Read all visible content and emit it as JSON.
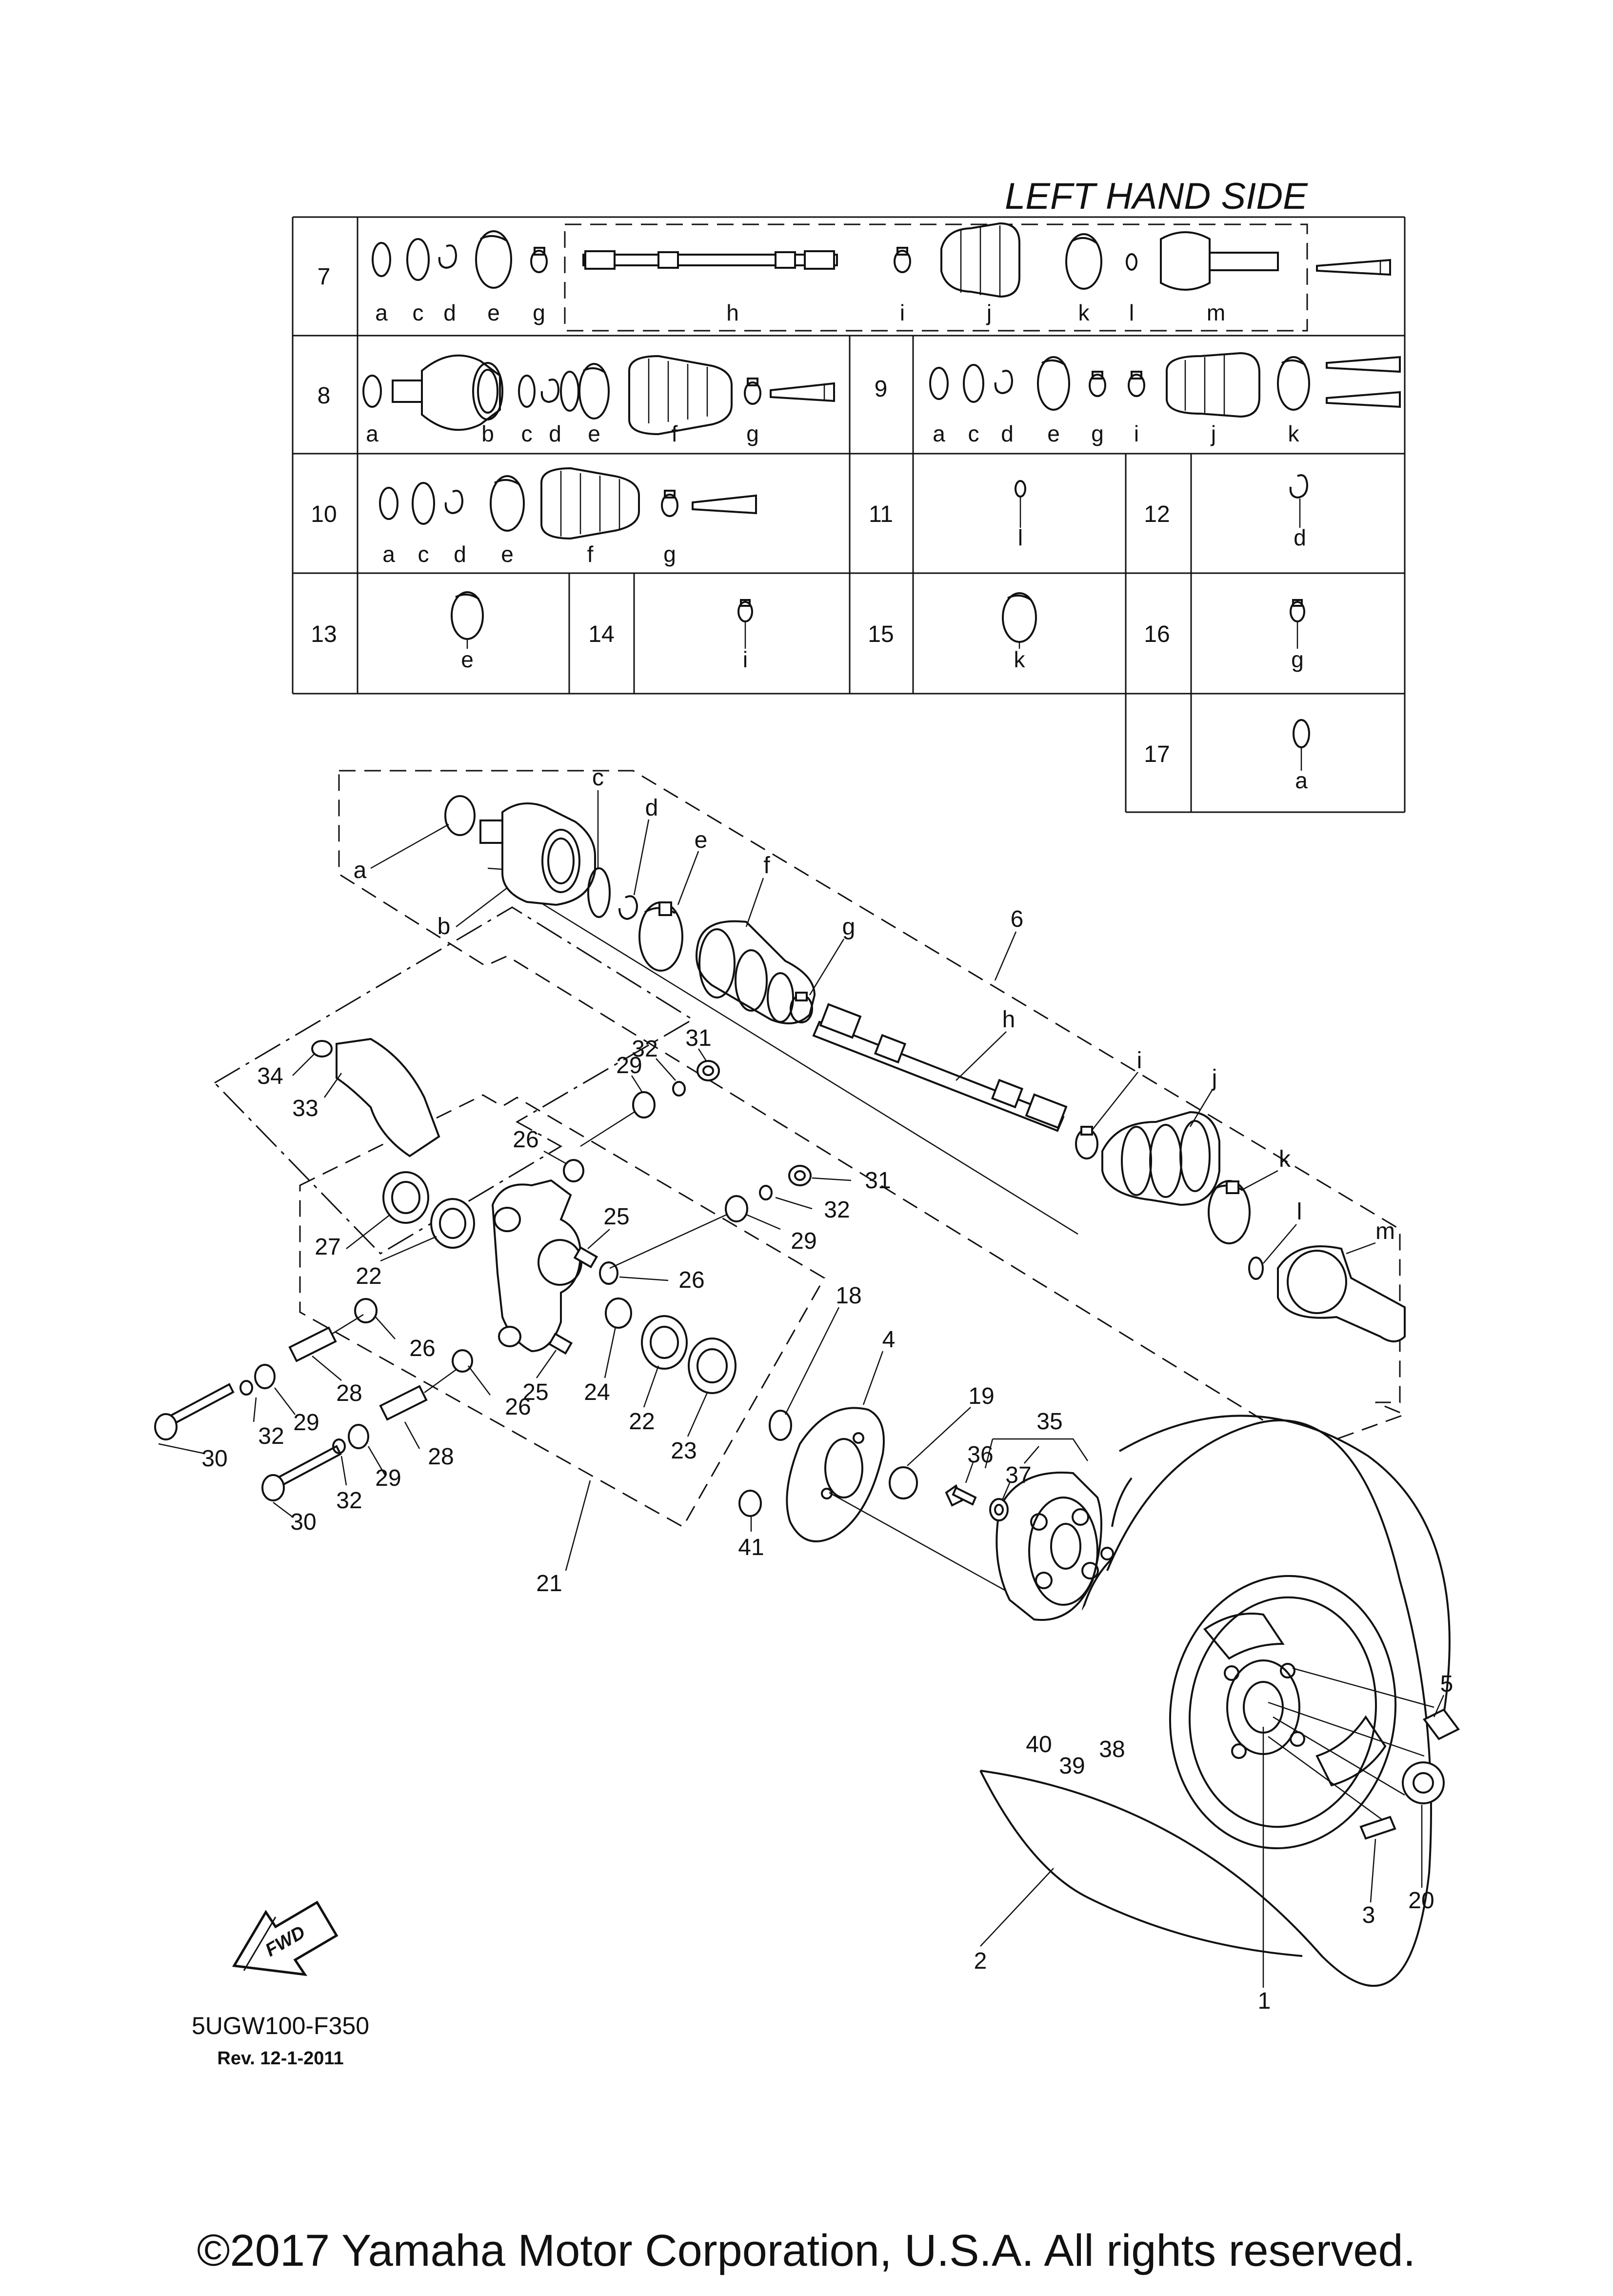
{
  "title": "LEFT HAND SIDE",
  "diagram_code": "5UGW100-F350",
  "revision": "Rev. 12-1-2011",
  "copyright": "©2017 Yamaha Motor Corporation, U.S.A. All rights reserved.",
  "fwd_label": "FWD",
  "icons": {
    "fwd": "fwd-arrow-icon"
  },
  "table": {
    "rows": [
      {
        "number": "7",
        "letters": [
          "a",
          "c",
          "d",
          "e",
          "g",
          "h",
          "i",
          "j",
          "k",
          "l",
          "m"
        ]
      },
      {
        "number": "8",
        "letters": [
          "a",
          "b",
          "c",
          "d",
          "e",
          "f",
          "g"
        ]
      },
      {
        "number": "9",
        "letters": [
          "a",
          "c",
          "d",
          "e",
          "g",
          "i",
          "j",
          "k"
        ]
      },
      {
        "number": "10",
        "letters": [
          "a",
          "c",
          "d",
          "e",
          "f",
          "g"
        ]
      },
      {
        "number": "11",
        "letters": [
          "l"
        ]
      },
      {
        "number": "12",
        "letters": [
          "d"
        ]
      },
      {
        "number": "13",
        "letters": [
          "e"
        ]
      },
      {
        "number": "14",
        "letters": [
          "i"
        ]
      },
      {
        "number": "15",
        "letters": [
          "k"
        ]
      },
      {
        "number": "16",
        "letters": [
          "g"
        ]
      },
      {
        "number": "17",
        "letters": [
          "a"
        ]
      }
    ]
  },
  "callouts": {
    "shaft_letters": [
      "a",
      "b",
      "c",
      "d",
      "e",
      "f",
      "g",
      "h",
      "i",
      "j",
      "k",
      "l",
      "m"
    ],
    "part_numbers": [
      "1",
      "2",
      "3",
      "4",
      "5",
      "6",
      "18",
      "19",
      "20",
      "21",
      "22",
      "23",
      "24",
      "25",
      "26",
      "27",
      "28",
      "29",
      "30",
      "31",
      "32",
      "33",
      "34",
      "35",
      "36",
      "37",
      "38",
      "39",
      "40",
      "41"
    ]
  }
}
